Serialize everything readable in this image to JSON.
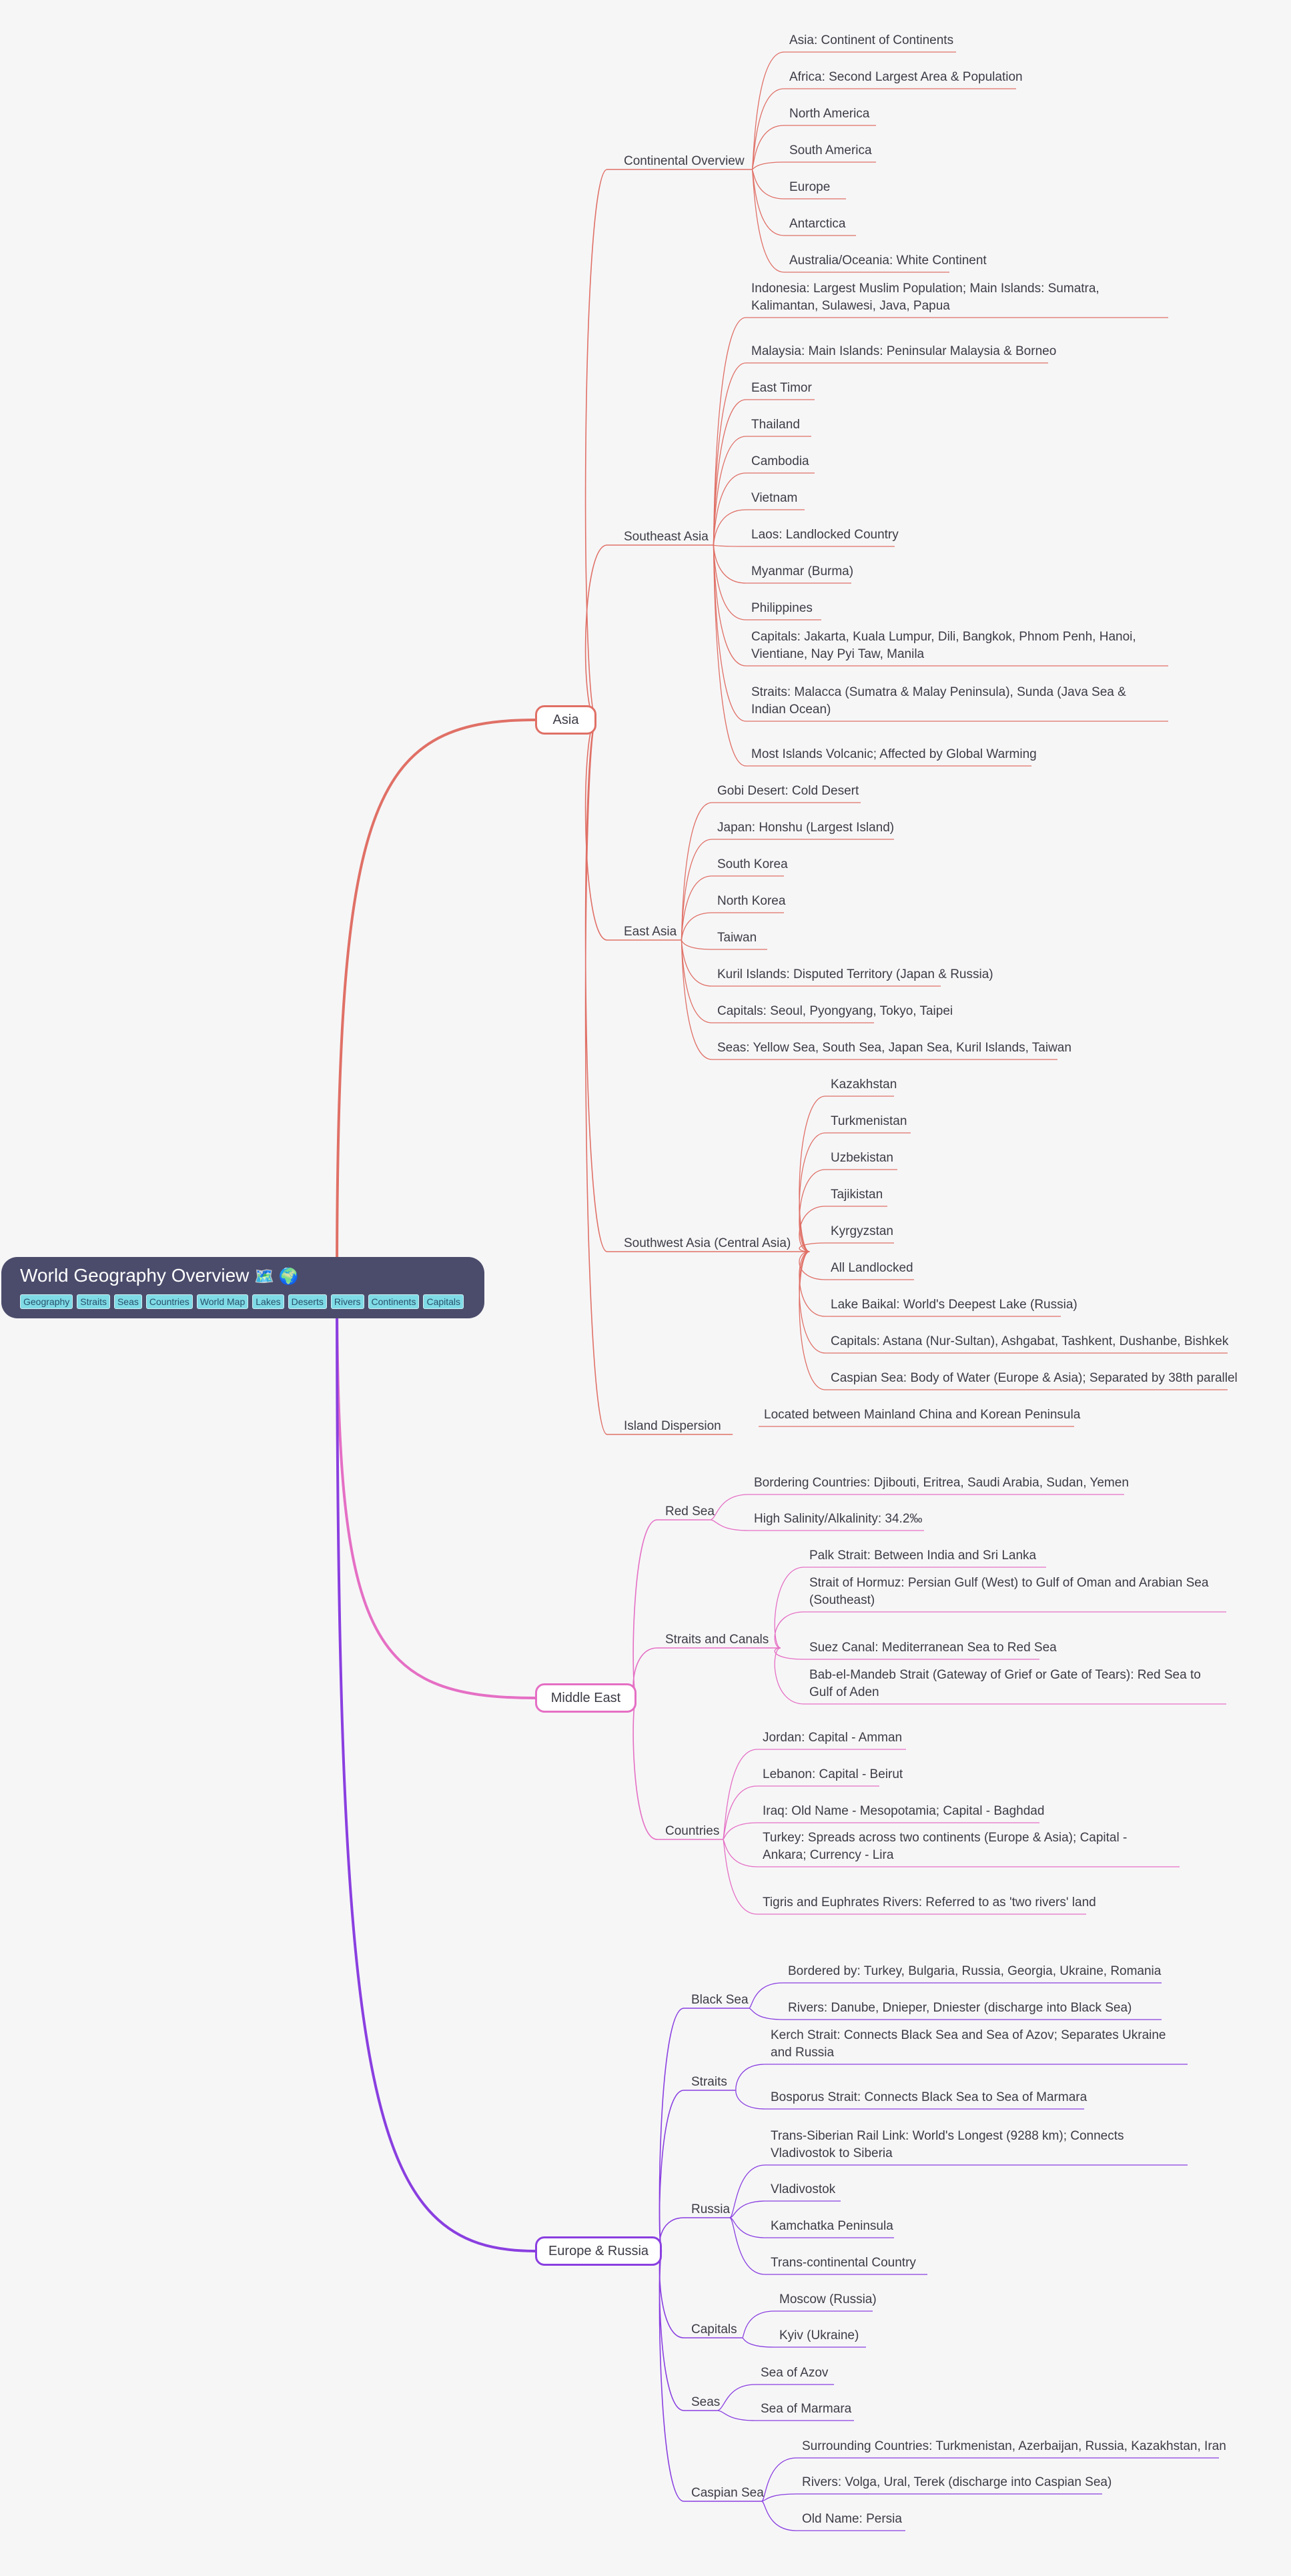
{
  "root": {
    "title": "World Geography Overview",
    "emoji": "🗺️ 🌍",
    "tags": [
      "Geography",
      "Straits",
      "Seas",
      "Countries",
      "World Map",
      "Lakes",
      "Deserts",
      "Rivers",
      "Continents",
      "Capitals"
    ]
  },
  "colors": {
    "root_bg": "#4b4c6b",
    "tag_bg": "#7fdbe6",
    "asia": "#e07066",
    "middle_east": "#e56fc4",
    "europe_russia": "#8a3fe0"
  },
  "branches": [
    {
      "label": "Asia",
      "groups": [
        {
          "label": "Continental Overview",
          "items": [
            "Asia: Continent of Continents",
            "Africa: Second Largest Area & Population",
            "North America",
            "South America",
            "Europe",
            "Antarctica",
            "Australia/Oceania: White Continent"
          ]
        },
        {
          "label": "Southeast Asia",
          "items": [
            "Indonesia: Largest Muslim Population; Main Islands: Sumatra, Kalimantan, Sulawesi, Java, Papua",
            "Malaysia: Main Islands: Peninsular Malaysia & Borneo",
            "East Timor",
            "Thailand",
            "Cambodia",
            "Vietnam",
            "Laos: Landlocked Country",
            "Myanmar (Burma)",
            "Philippines",
            "Capitals: Jakarta, Kuala Lumpur, Dili, Bangkok, Phnom Penh, Hanoi, Vientiane, Nay Pyi Taw, Manila",
            "Straits: Malacca (Sumatra & Malay Peninsula), Sunda (Java Sea & Indian Ocean)",
            "Most Islands Volcanic; Affected by Global Warming"
          ]
        },
        {
          "label": "East Asia",
          "items": [
            "Gobi Desert: Cold Desert",
            "Japan: Honshu (Largest Island)",
            "South Korea",
            "North Korea",
            "Taiwan",
            "Kuril Islands: Disputed Territory (Japan & Russia)",
            "Capitals: Seoul, Pyongyang, Tokyo, Taipei",
            "Seas: Yellow Sea, South Sea, Japan Sea, Kuril Islands, Taiwan"
          ]
        },
        {
          "label": "Southwest Asia (Central Asia)",
          "items": [
            "Kazakhstan",
            "Turkmenistan",
            "Uzbekistan",
            "Tajikistan",
            "Kyrgyzstan",
            "All Landlocked",
            "Lake Baikal: World's Deepest Lake (Russia)",
            "Capitals: Astana (Nur-Sultan), Ashgabat, Tashkent, Dushanbe, Bishkek",
            "Caspian Sea: Body of Water (Europe & Asia); Separated by 38th parallel"
          ]
        },
        {
          "label": "Island Dispersion",
          "items": [
            "Located between Mainland China and Korean Peninsula"
          ]
        }
      ]
    },
    {
      "label": "Middle East",
      "groups": [
        {
          "label": "Red Sea",
          "items": [
            "Bordering Countries: Djibouti, Eritrea, Saudi Arabia, Sudan, Yemen",
            "High Salinity/Alkalinity: 34.2‰"
          ]
        },
        {
          "label": "Straits and Canals",
          "items": [
            "Palk Strait: Between India and Sri Lanka",
            "Strait of Hormuz: Persian Gulf (West) to Gulf of Oman and Arabian Sea (Southeast)",
            "Suez Canal: Mediterranean Sea to Red Sea",
            "Bab-el-Mandeb Strait (Gateway of Grief or Gate of Tears): Red Sea to Gulf of Aden"
          ]
        },
        {
          "label": "Countries",
          "items": [
            "Jordan: Capital - Amman",
            "Lebanon: Capital - Beirut",
            "Iraq: Old Name - Mesopotamia; Capital - Baghdad",
            "Turkey: Spreads across two continents (Europe & Asia); Capital - Ankara; Currency - Lira",
            "Tigris and Euphrates Rivers: Referred to as 'two rivers' land"
          ]
        }
      ]
    },
    {
      "label": "Europe & Russia",
      "groups": [
        {
          "label": "Black Sea",
          "items": [
            "Bordered by: Turkey, Bulgaria, Russia, Georgia, Ukraine, Romania",
            "Rivers: Danube, Dnieper, Dniester (discharge into Black Sea)"
          ]
        },
        {
          "label": "Straits",
          "items": [
            "Kerch Strait: Connects Black Sea and Sea of Azov; Separates Ukraine and Russia",
            "Bosporus Strait: Connects Black Sea to Sea of Marmara"
          ]
        },
        {
          "label": "Russia",
          "items": [
            "Trans-Siberian Rail Link: World's Longest (9288 km); Connects Vladivostok to Siberia",
            "Vladivostok",
            "Kamchatka Peninsula",
            "Trans-continental Country"
          ]
        },
        {
          "label": "Capitals",
          "items": [
            "Moscow (Russia)",
            "Kyiv (Ukraine)"
          ]
        },
        {
          "label": "Seas",
          "items": [
            "Sea of Azov",
            "Sea of Marmara"
          ]
        },
        {
          "label": "Caspian Sea",
          "items": [
            "Surrounding Countries: Turkmenistan, Azerbaijan, Russia, Kazakhstan, Iran",
            "Rivers: Volga, Ural, Terek (discharge into Caspian Sea)",
            "Old Name: Persia"
          ]
        }
      ]
    }
  ]
}
